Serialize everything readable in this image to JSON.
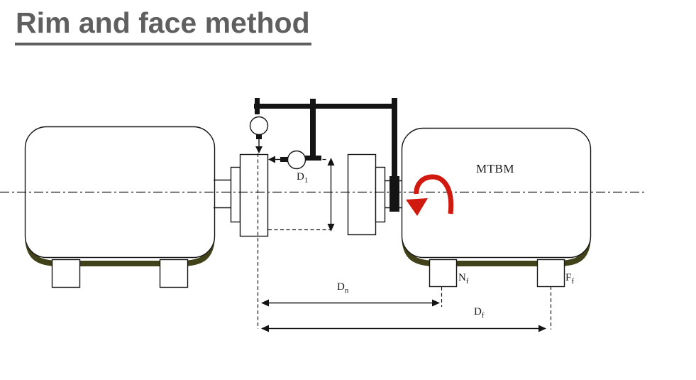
{
  "title": {
    "text": "Rim and face method",
    "color": "#5f5f5f"
  },
  "diagram": {
    "labels": {
      "mtbm": "MTBM",
      "d1": {
        "base": "D",
        "sub": "1"
      },
      "dn": {
        "base": "D",
        "sub": "n"
      },
      "df": {
        "base": "D",
        "sub": "f"
      },
      "nf": {
        "base": "N",
        "sub": "f"
      },
      "ff": {
        "base": "F",
        "sub": "f"
      }
    },
    "colors": {
      "line": "#141414",
      "machine_base": "#41411a",
      "rotation_arrow": "#d0190f"
    }
  }
}
